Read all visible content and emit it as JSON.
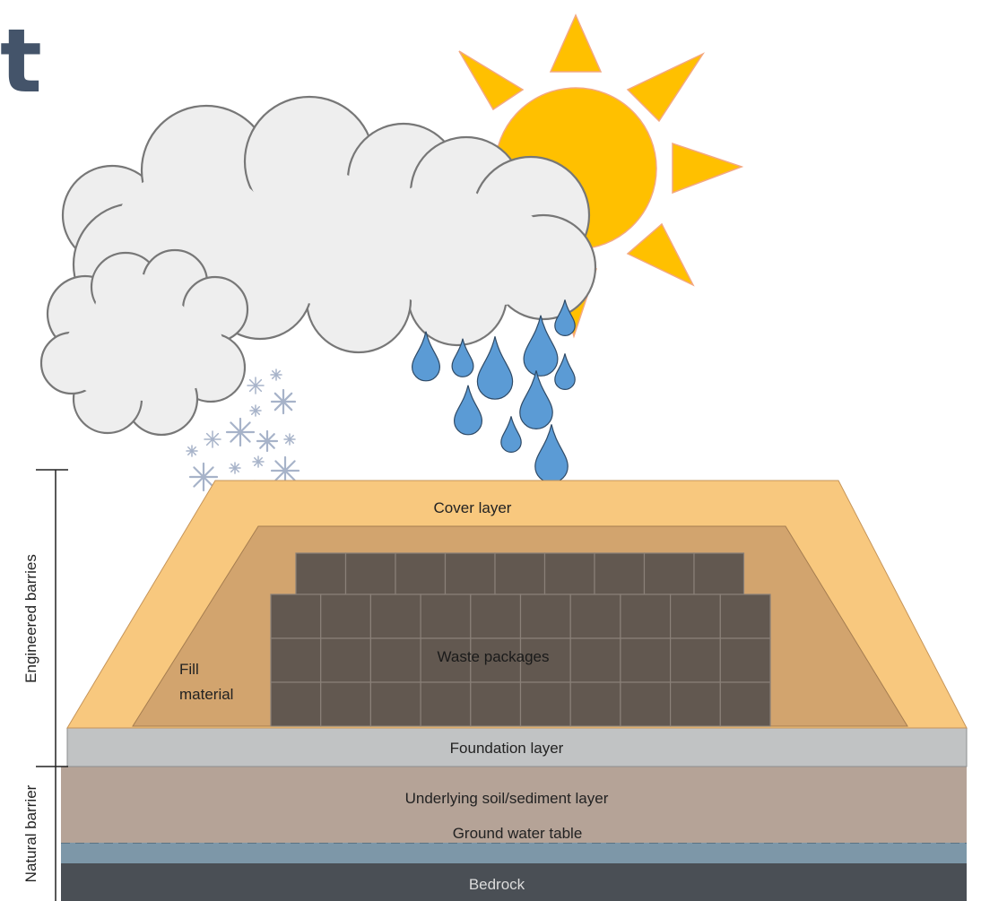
{
  "heading": {
    "text": "t"
  },
  "labels": {
    "cover": "Cover layer",
    "waste": "Waste packages",
    "fill_line1": "Fill",
    "fill_line2": "material",
    "foundation": "Foundation layer",
    "soil": "Underlying soil/sediment layer",
    "groundwater": "Ground water table",
    "bedrock": "Bedrock",
    "engineered": "Engineered barries",
    "natural": "Natural barrier"
  },
  "icons": {
    "sun": "sun-icon",
    "cloud_large": "cloud-icon",
    "cloud_small": "cloud-icon",
    "rain": "raindrop-icon",
    "snow": "snowflake-icon"
  },
  "colors": {
    "heading": "#44546a",
    "sun": "#ffc000",
    "sun_outline": "#f4a880",
    "cloud_fill": "#eeeeee",
    "cloud_stroke": "#777777",
    "raindrop": "#5b9bd5",
    "snow": "#a7b3c9",
    "cover": "#f8c87e",
    "fill_material": "#d2a46e",
    "waste_package": "#625850",
    "foundation": "#c1c3c4",
    "soil": "#b5a397",
    "groundwater": "#7d97a8",
    "bedrock": "#4a4f55"
  }
}
